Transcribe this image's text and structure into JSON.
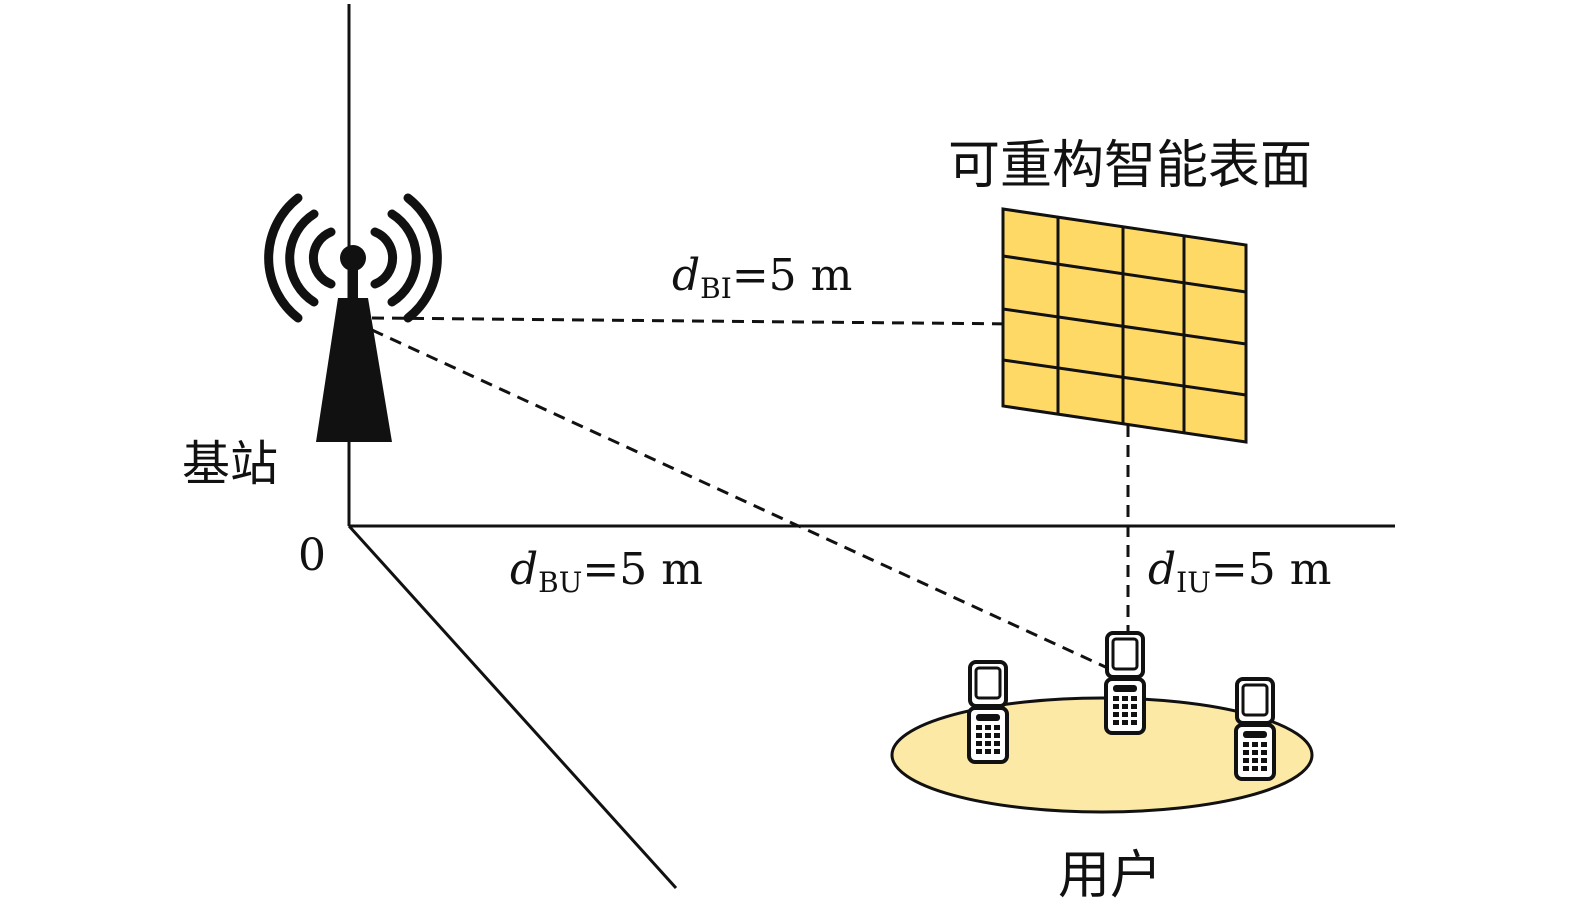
{
  "labels": {
    "ris": "可重构智能表面",
    "base_station": "基站",
    "users": "用户",
    "origin": "0"
  },
  "distances": {
    "bi": {
      "var": "d",
      "sub": "BI",
      "value": "=5 m"
    },
    "bu": {
      "var": "d",
      "sub": "BU",
      "value": "=5 m"
    },
    "iu": {
      "var": "d",
      "sub": "IU",
      "value": "=5 m"
    }
  },
  "colors": {
    "ris_fill": "#ffd966",
    "ris_tint": "#fbe48c",
    "ground_ellipse": "#fde9a6",
    "line": "#111111"
  },
  "icons": [
    "antenna-tower-icon",
    "radio-waves-icon",
    "mobile-phone-icon"
  ]
}
